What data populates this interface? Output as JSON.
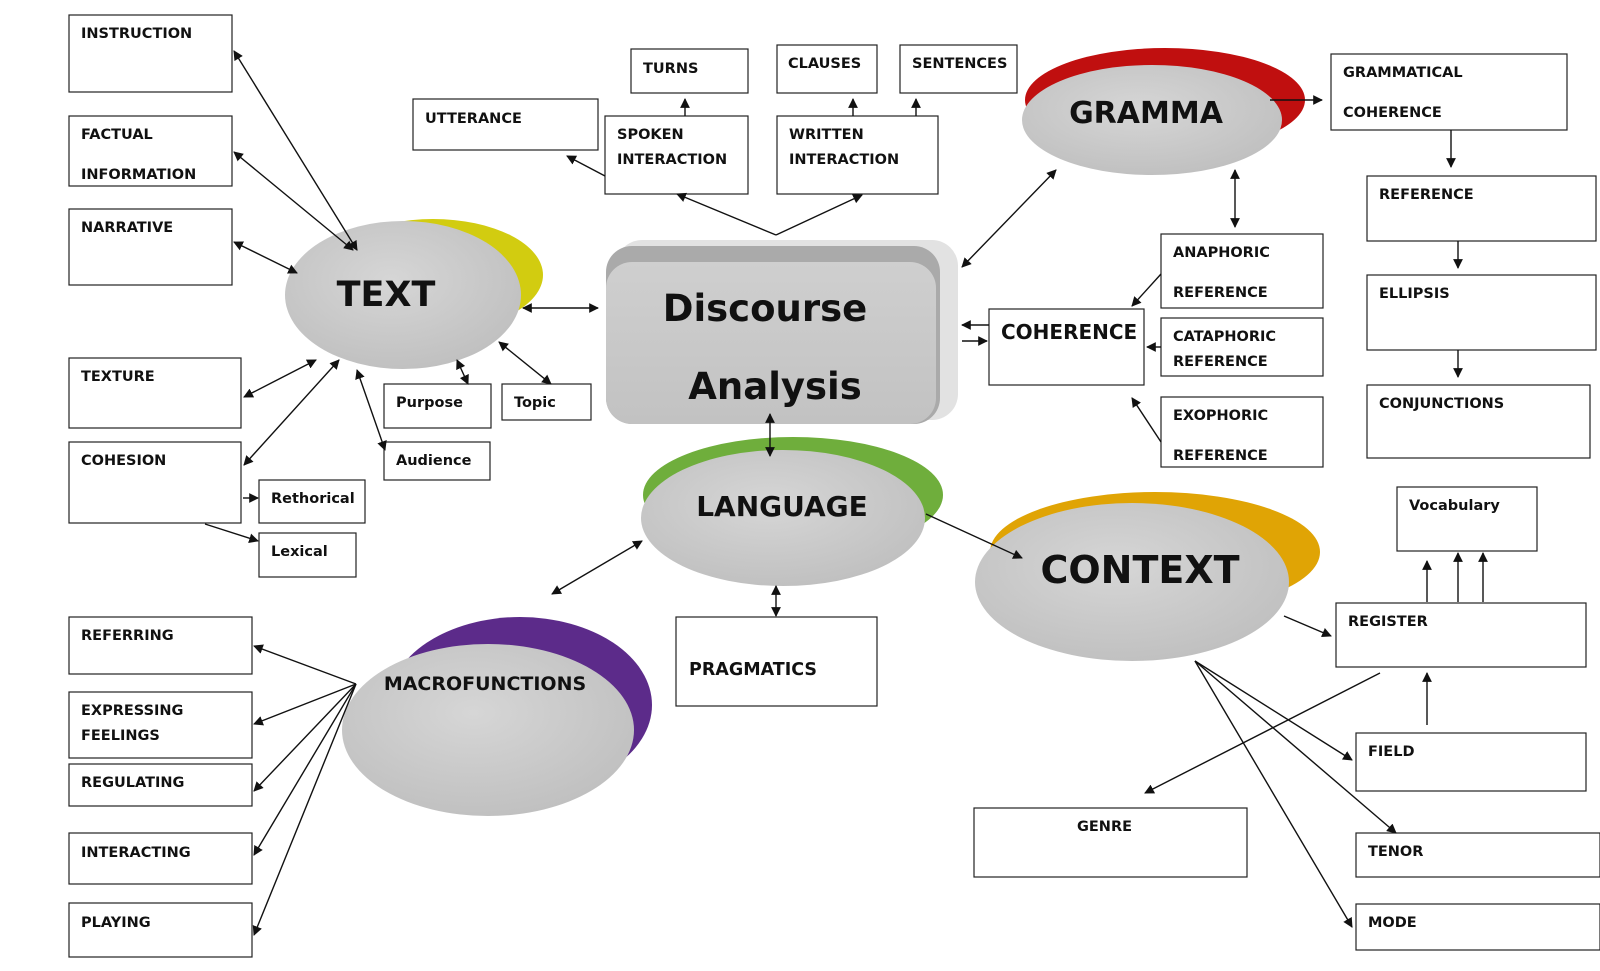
{
  "colors": {
    "text_accent": "#d2cc10",
    "grammar_accent": "#c00f0f",
    "language_accent": "#6fae3c",
    "context_accent": "#e0a405",
    "macrofunctions_accent": "#5c2b8a",
    "ellipse_fill": "#c8c8c8",
    "box_stroke": "#222222"
  },
  "center": {
    "line1": "Discourse",
    "line2": "Analysis"
  },
  "nodes": {
    "text": "TEXT",
    "grammar": "GRAMMA",
    "language": "LANGUAGE",
    "context": "CONTEXT",
    "macrofunctions": "MACROFUNCTIONS"
  },
  "boxes": {
    "instruction": "INSTRUCTION",
    "factual_1": "FACTUAL",
    "factual_2": "INFORMATION",
    "narrative": "NARRATIVE",
    "texture": "TEXTURE",
    "cohesion": "COHESION",
    "rethorical": "Rethorical",
    "lexical": "Lexical",
    "purpose": "Purpose",
    "topic": "Topic",
    "audience": "Audience",
    "utterance": "UTTERANCE",
    "turns": "TURNS",
    "spoken_1": "SPOKEN",
    "spoken_2": "INTERACTION",
    "clauses": "CLAUSES",
    "sentences": "SENTENCES",
    "written_1": "WRITTEN",
    "written_2": "INTERACTION",
    "grammatical_1": "GRAMMATICAL",
    "grammatical_2": "COHERENCE",
    "reference": "REFERENCE",
    "ellipsis": "ELLIPSIS",
    "conjunctions": "CONJUNCTIONS",
    "coherence": "COHERENCE",
    "anaphoric_1": "ANAPHORIC",
    "anaphoric_2": "REFERENCE",
    "cataphoric_1": "CATAPHORIC",
    "cataphoric_2": "REFERENCE",
    "exophoric_1": "EXOPHORIC",
    "exophoric_2": "REFERENCE",
    "vocabulary": "Vocabulary",
    "register": "REGISTER",
    "field": "FIELD",
    "tenor": "TENOR",
    "mode": "MODE",
    "genre": "GENRE",
    "pragmatics": "PRAGMATICS",
    "referring": "REFERRING",
    "expressing_1": "EXPRESSING",
    "expressing_2": "FEELINGS",
    "regulating": "REGULATING",
    "interacting": "INTERACTING",
    "playing": "PLAYING"
  }
}
